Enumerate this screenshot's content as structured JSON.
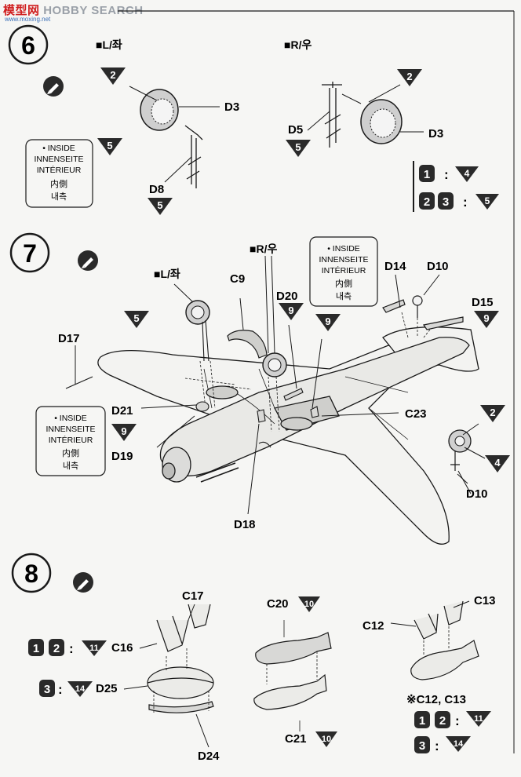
{
  "watermark": {
    "brand": "模型网",
    "text": "HOBBY SEARCH",
    "url": "www.moxing.net"
  },
  "steps": {
    "s6": {
      "number": "6",
      "left_label": "■L/좌",
      "right_label": "■R/우",
      "parts": {
        "d3_left": "D3",
        "d3_right": "D3",
        "d5": "D5",
        "d8": "D8"
      },
      "markers": {
        "left_top": "2",
        "left_mid": "5",
        "d8": "5",
        "right_top": "2",
        "d5": "5"
      },
      "inside_note": [
        "• INSIDE",
        "INNENSEITE",
        "INTÉRIEUR",
        "内側",
        "내측"
      ],
      "option_rows": [
        {
          "versions": [
            "1"
          ],
          "color": "4"
        },
        {
          "versions": [
            "2",
            "3"
          ],
          "color": "5"
        }
      ]
    },
    "s7": {
      "number": "7",
      "left_label": "■L/좌",
      "right_label": "■R/우",
      "parts": {
        "d17": "D17",
        "d21": "D21",
        "d19": "D19",
        "d18": "D18",
        "c9": "C9",
        "d20": "D20",
        "d14": "D14",
        "d10": "D10",
        "d15": "D15",
        "c23": "C23",
        "d10b": "D10"
      },
      "markers": {
        "wing": "5",
        "d21": "9",
        "d20": "9",
        "center": "9",
        "d15": "9",
        "d10b_top": "2",
        "d10b_mid": "4"
      },
      "inside_note_a": [
        "• INSIDE",
        "INNENSEITE",
        "INTÉRIEUR",
        "内側",
        "내측"
      ],
      "inside_note_b": [
        "• INSIDE",
        "INNENSEITE",
        "INTÉRIEUR",
        "内側",
        "내측"
      ]
    },
    "s8": {
      "number": "8",
      "parts": {
        "c17": "C17",
        "c16": "C16",
        "d25": "D25",
        "d24": "D24",
        "c20": "C20",
        "c21": "C21",
        "c13": "C13",
        "c12": "C12"
      },
      "markers": {
        "c16": "11",
        "d25": "14",
        "c20": "10",
        "c21": "10"
      },
      "version_rows": {
        "c16_versions": [
          "1",
          "2"
        ],
        "d25_versions": [
          "3"
        ]
      },
      "note": "※C12, C13",
      "note_rows": [
        {
          "versions": [
            "1",
            "2"
          ],
          "color": "11"
        },
        {
          "versions": [
            "3"
          ],
          "color": "14"
        }
      ]
    }
  },
  "colors": {
    "ink": "#1a1a1a",
    "marker": "#2a2a2a",
    "paper": "#f6f6f4",
    "watermark_red": "#d02020"
  }
}
